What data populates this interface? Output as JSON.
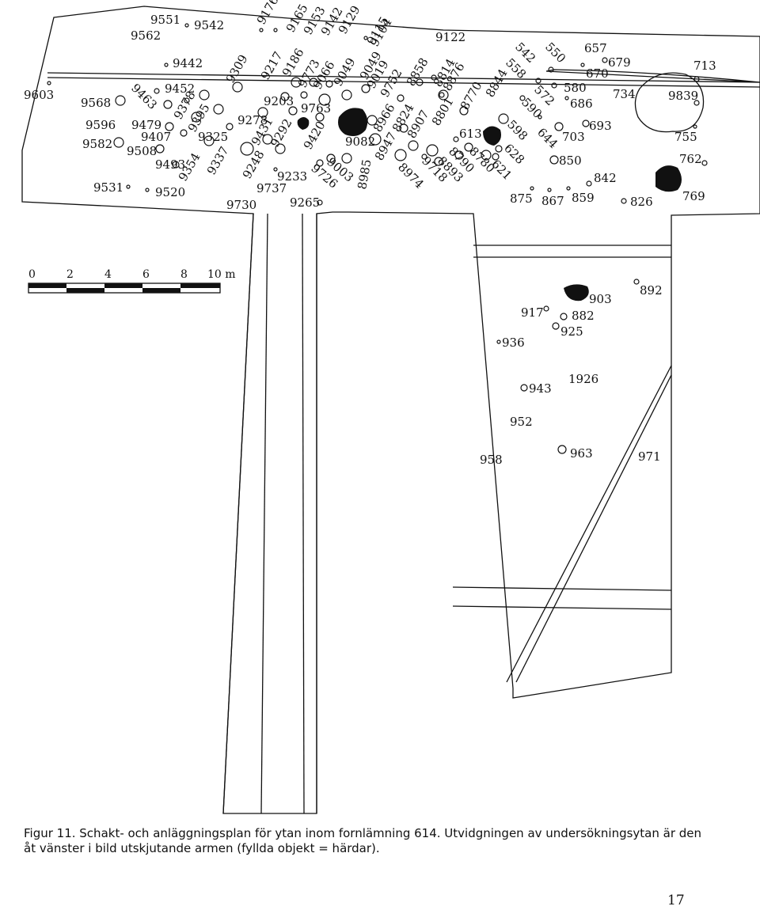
{
  "scale_bar": {
    "ticks": [
      "0",
      "2",
      "4",
      "6",
      "8",
      "10 m"
    ]
  },
  "features": [
    "9551",
    "9562",
    "9542",
    "9176",
    "9165",
    "9153",
    "9142",
    "9129",
    "9115",
    "9104",
    "9122",
    "9442",
    "9309",
    "9217",
    "9186",
    "9773",
    "9066",
    "9049",
    "9049",
    "9019",
    "9752",
    "8858",
    "8814",
    "8876",
    "9603",
    "9568",
    "9463",
    "9452",
    "9378",
    "9395",
    "9203",
    "9763",
    "9278",
    "9431",
    "9292",
    "9420",
    "9082",
    "9596",
    "9479",
    "9407",
    "9325",
    "9582",
    "9508",
    "9493",
    "9354",
    "9337",
    "9248",
    "9233",
    "9737",
    "9726",
    "9003",
    "8985",
    "9531",
    "9520",
    "9730",
    "9265",
    "8966",
    "8824",
    "8907",
    "8801",
    "8770",
    "8844",
    "8947",
    "8974",
    "9718",
    "8893",
    "8790",
    "8780",
    "613",
    "621",
    "628",
    "598",
    "644",
    "590",
    "572",
    "558",
    "542",
    "550",
    "657",
    "679",
    "670",
    "580",
    "686",
    "703",
    "693",
    "713",
    "734",
    "9839",
    "755",
    "762",
    "769",
    "850",
    "842",
    "875",
    "867",
    "859",
    "826",
    "892",
    "903",
    "917",
    "882",
    "925",
    "936",
    "1926",
    "943",
    "952",
    "958",
    "963",
    "971"
  ],
  "caption": "Figur 11. Schakt- och anläggningsplan för ytan inom fornlämning 614. Utvidgningen av undersökningsytan är den åt vänster i bild utskjutande armen (fyllda objekt = härdar).",
  "page_number": "17",
  "colors": {
    "ink": "#111111",
    "hearth_fill": "#111111",
    "paper": "#ffffff"
  }
}
